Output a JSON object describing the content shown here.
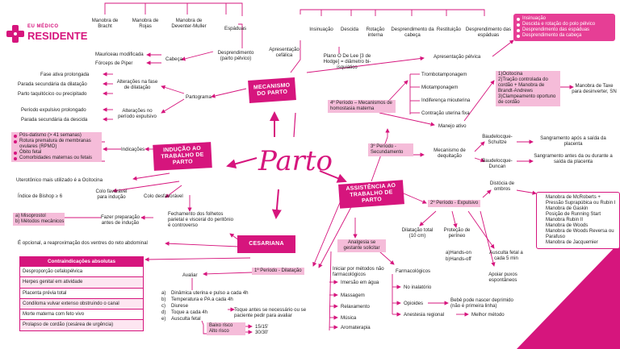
{
  "brand": {
    "line1": "EU MÉDICO",
    "line2": "RESIDENTE"
  },
  "center": "Parto",
  "banners": {
    "mecanismo": "MECANISMO DO PARTO",
    "inducao": "INDUÇÃO AO TRABALHO DE PARTO",
    "assistencia": "ASSISTÊNCIA AO TRABALHO DE PARTO",
    "cesariana": "CESARIANA"
  },
  "mecanismo": {
    "manobra_bracht": "Manobra de Bracht",
    "manobra_rojas": "Manobra de Rojas",
    "manobra_deventer": "Manobra de Deventer-Muller",
    "espaduas": "Espáduas",
    "mauriceau": "Mauriceau modificada",
    "forceps": "Fórceps de Piper",
    "cabeca": "Cabeça",
    "desprendimento": "Desprendimento (parto pélvico)",
    "apresentacao_cefalica": "Apresentação cefálica",
    "insinuacao": "Insinuação",
    "descida": "Descida",
    "rotacao": "Rotação interna",
    "desp_cabeca": "Desprendimento da cabeça",
    "restituicao": "Restituição",
    "desp_espaduas": "Desprendimento das espáduas",
    "plano": "Plano  O De Lee [3 de Hodge] = diâmetro bi-isquiático",
    "apresentacao_pelvica": "Apresentação pélvica",
    "pelvica_list": [
      "Insinuação",
      "Descida e rotação do polo pélvico",
      "Desprendimento das espáduas",
      "Desprendimento da cabeça"
    ],
    "partograma": "Partograma",
    "alt_fase_ativa": "Alterações na fase de dilatação",
    "fase_ativa_prolongada": "Fase ativa prolongada",
    "parada_dilatacao": "Parada secundária da dilatação",
    "parto_taquitocico": "Parto taquitócico ou precipitado",
    "alt_expulsivo": "Alterações no período expulsivo",
    "expulsivo_prolongado": "Período expulsivo prolongado",
    "parada_descida": "Parada secundária da descida"
  },
  "inducao": {
    "indicacoes": "Indicações",
    "indicacoes_list": [
      "Pós-datismo (> 41 semanas)",
      "Rotura prematura de membranas ovulares (RPMO)",
      "Óbito fetal",
      "Comorbidades maternas ou fetais"
    ],
    "uterotonico": "Uterotônico mais utilizado é a Ocitocina",
    "bishop": "Índice de Bishop ≥ 6",
    "colo_favoravel": "Colo favorável para indução",
    "colo_desfavoravel": "Colo desfavorável",
    "preparacao": "Fazer preparação antes de indução",
    "misoprostol": "Misoprostol",
    "metodos_mecanicos": "Métodos mecânicos",
    "label_a": "a)",
    "label_b": "b)"
  },
  "cesariana": {
    "fechamento": "Fechamento dos folhetos parietal e visceral do peritônio é controverso",
    "reaproximacao": "É opcional, a reaproximação dos ventres do reto abdominal",
    "contra_title": "Contraindicações absolutas",
    "contra_rows": [
      "Desproporção cefalopélvica",
      "Herpes genital em atividade",
      "Placenta prévia total",
      "Condiloma vulvar extenso obstruindo o canal",
      "Morte materna com feto vivo",
      "Prolapso de cordão (cesárea de urgência)"
    ]
  },
  "assistencia": {
    "quarto_periodo": "4º Período – Mecanismos de homostasia materna",
    "trombotamponagem": "Trombotamponagem",
    "miotamponagem": "Miotamponagem",
    "indiferenca": "Indiferença miouterina",
    "contracao": "Contração uterina fixa",
    "manejo_ativo": "Manejo ativo",
    "manejo_list": [
      "1)Ocitocina",
      "2)Tração controlada do cordão + Manobra de Brandt-Andrews",
      "3)Clampeamento oportuno de cordão"
    ],
    "taxe": "Manobra de Taxe para desinverter, SN",
    "terceiro_periodo": "3º Período - Secundamento",
    "mecanismo_dequitacao": "Mecanismo de dequitação",
    "baudelocque_schultze": "Baudelocque-Schultze",
    "baudelocque_duncan": "Baudelocque-Duncan",
    "sangramento_apos": "Sangramento após a saída da placenta",
    "sangramento_antes": "Sangramento antes da ou durante a saída da placenta",
    "segundo_periodo": "2º Período - Expulsivo",
    "distocia": "Distócia de ombros",
    "distocia_list": [
      "Manobra de McRoberts + Pressão Suprapúbica ou Rubin I",
      "Manobra de Gaskin",
      "Posição de Running Start",
      "Manobra Rubin II",
      "Manobra de Woods",
      "Manobra de Woods Reversa ou Parafuso",
      "Manobra de Jacquemier"
    ],
    "dilatacao_total": "Dilatação total (10 cm)",
    "protecao": "Proteção de períneo",
    "hands_on": "a)Hands-on",
    "hands_off": "b)Hands-off",
    "ausculta_5min": "Ausculta fetal a cada 5 min",
    "apoiar": "Apoiar puxos espontâneos",
    "analgesia": "Analgesia se gestante solicitar",
    "nao_farmacologicos": "Iniciar por métodos não farmacológicos",
    "nf_list": [
      "Imersão em água",
      "Massagem",
      "Relaxamento",
      "Música",
      "Aromaterapia"
    ],
    "farmacologicos": "Farmacológicos",
    "no_inalatorio": "No inalatório",
    "opioides": "Opioides",
    "bebe_pode": "Bebê pode nascer deprimido (não é primeira linha)",
    "anestesia": "Anestesia regional",
    "melhor_metodo": "Melhor método",
    "primeiro_periodo": "1º Período - Dilatação",
    "avaliar": "Avaliar",
    "avaliar_list": [
      "Dinâmica uterina e pulso a cada 4h",
      "Temperatura e PA a cada 4h",
      "Diurese",
      "Toque a cada 4h",
      "Ausculta fetal"
    ],
    "avaliar_letters": [
      "a)",
      "b)",
      "c)",
      "d)",
      "e)"
    ],
    "toque_note": "Toque antes se necessário ou se paciente pedir para avaliar",
    "baixo_risco": "Baixo risco",
    "alto_risco": "Alto risco",
    "baixo_val": "15/15'",
    "alto_val": "30/30'"
  },
  "colors": {
    "accent": "#d6157d",
    "soft": "#f5bcd9"
  }
}
